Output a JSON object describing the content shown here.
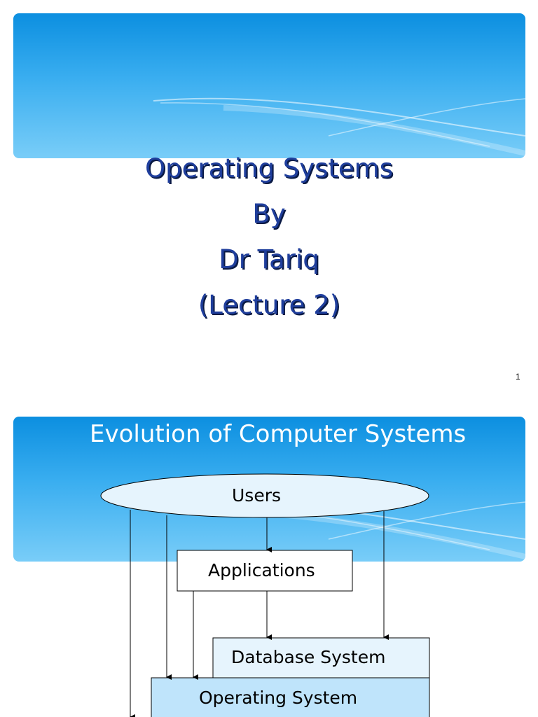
{
  "slide1": {
    "title_lines": [
      "Operating Systems",
      "By",
      "Dr Tariq",
      "(Lecture 2)"
    ],
    "page_number": "1"
  },
  "slide2": {
    "title": "Evolution of Computer Systems",
    "nodes": {
      "users": "Users",
      "applications": "Applications",
      "database_system": "Database System",
      "operating_system": "Operating System"
    }
  },
  "colors": {
    "banner_top": "#0c8fe0",
    "banner_bottom": "#79cdf8",
    "title_text": "#1f3e9c",
    "users_ellipse_fill": "#e6f4fd",
    "database_fill": "#e6f4fd",
    "operating_system_fill": "#bfe4fb"
  }
}
